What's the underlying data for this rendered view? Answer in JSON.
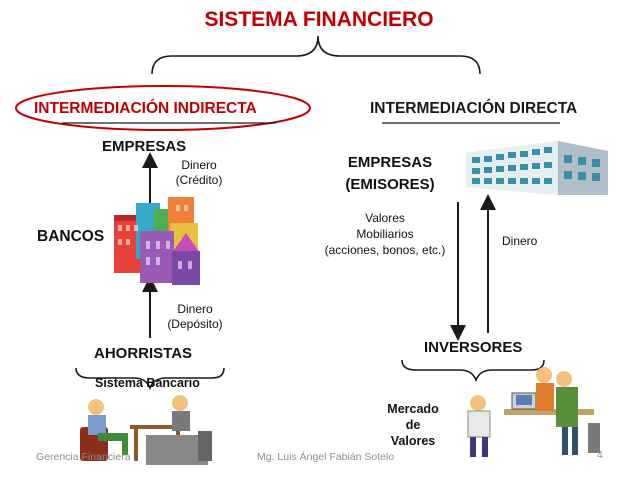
{
  "title": "SISTEMA FINANCIERO",
  "left": {
    "header": "INTERMEDIACIÓN INDIRECTA",
    "empresas": "EMPRESAS",
    "dinero_credito": [
      "Dinero",
      "(Crédito)"
    ],
    "bancos": "BANCOS",
    "dinero_deposito": [
      "Dinero",
      "(Depósito)"
    ],
    "ahorristas": "AHORRISTAS",
    "sistema": "Sistema Bancario"
  },
  "right": {
    "header": "INTERMEDIACIÓN DIRECTA",
    "empresas": [
      "EMPRESAS",
      "(EMISORES)"
    ],
    "valores": [
      "Valores",
      "Mobiliarios",
      "(acciones, bonos, etc.)"
    ],
    "dinero": "Dinero",
    "inversores": "INVERSORES",
    "mercado": [
      "Mercado",
      "de",
      "Valores"
    ]
  },
  "footer": {
    "left": "Gerencia Financiera",
    "center": "Mg. Luis Ángel Fabián Sotelo",
    "page": "4"
  },
  "colors": {
    "title": "#c00000",
    "ellipse": "#c00000",
    "line": "#1a1a1a"
  },
  "icons": [
    "bank-buildings-icon",
    "office-building-icon",
    "bank-meeting-icon",
    "investors-office-icon"
  ]
}
